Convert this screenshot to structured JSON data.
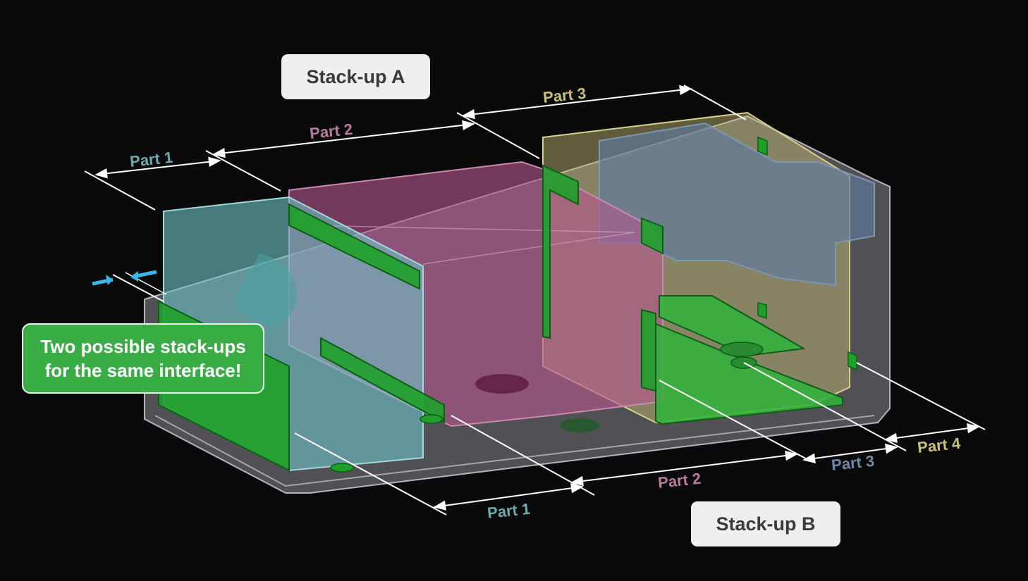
{
  "stackup_a": {
    "label": "Stack-up A"
  },
  "stackup_b": {
    "label": "Stack-up B"
  },
  "callout": {
    "line1": "Two possible stack-ups",
    "line2": "for the same interface!"
  },
  "dimensions_a": {
    "part1": "Part 1",
    "part2": "Part 2",
    "part3": "Part 3"
  },
  "dimensions_b": {
    "part1": "Part 1",
    "part2": "Part 2",
    "part3": "Part 3",
    "part4": "Part 4"
  },
  "colors": {
    "background": "#0a0a0a",
    "part1": "#6fa9ad",
    "part2": "#b97a9e",
    "part3_a": "#c9c07a",
    "part3_b": "#6f8aa8",
    "part4": "#c9c07a",
    "accent_green": "#3aac45",
    "arrow_blue": "#3cb4e6"
  }
}
